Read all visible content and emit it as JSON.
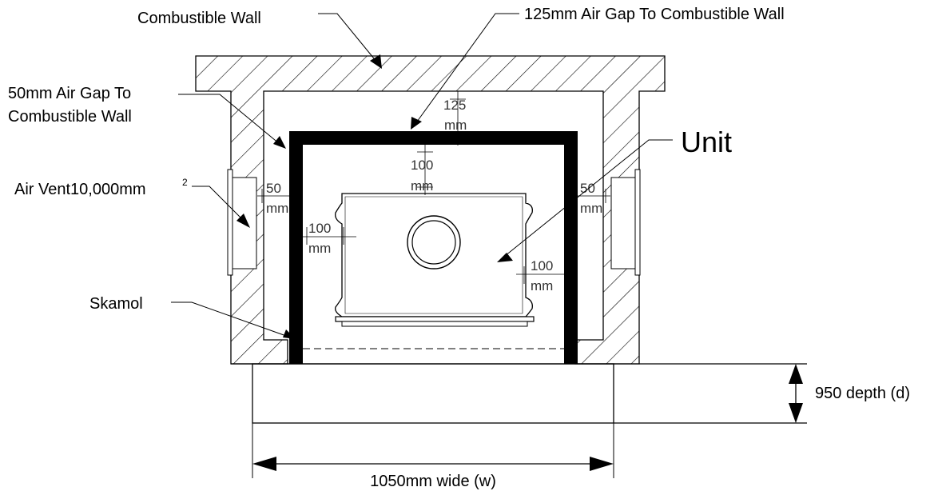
{
  "labels": {
    "combustible_wall": "Combustible Wall",
    "air_gap_125": "125mm Air Gap To Combustible Wall",
    "air_gap_50_line1": "50mm Air Gap To",
    "air_gap_50_line2": "Combustible Wall",
    "unit": "Unit",
    "air_vent": "Air Vent10,000mm",
    "air_vent_sup": "2",
    "skamol": "Skamol",
    "depth": "950 depth (d)",
    "width": "1050mm wide (w)"
  },
  "dims": {
    "top_num": "125",
    "top_unit": "mm",
    "inner_top_num": "100",
    "inner_top_unit": "mm",
    "left_gap_num": "50",
    "left_gap_unit": "mm",
    "right_gap_num": "50",
    "right_gap_unit": "mm",
    "left_inner_num": "100",
    "left_inner_unit": "mm",
    "right_inner_num": "100",
    "right_inner_unit": "mm"
  }
}
